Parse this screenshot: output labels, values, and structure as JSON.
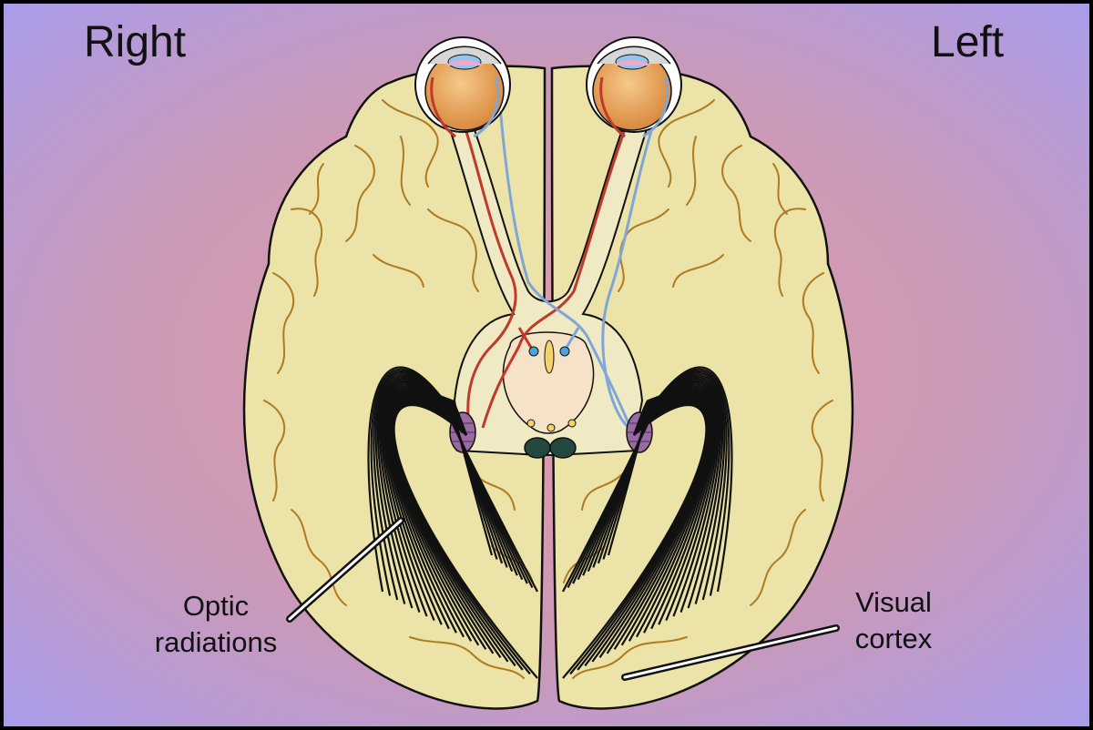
{
  "labels": {
    "right": "Right",
    "left": "Left",
    "optic_line1": "Optic",
    "optic_line2": "radiations",
    "visual_line1": "Visual",
    "visual_line2": "cortex"
  },
  "colors": {
    "background_center": "#e49aa6",
    "background_edge": "#a59cf2",
    "brain_fill": "#ebe3a8",
    "sulci": "#b07a1e",
    "outline": "#111111",
    "nerve_fill": "#efe9c4",
    "red_pathway": "#c0392b",
    "blue_pathway": "#7fa6d6",
    "lgn": "#9b6aa3",
    "eyeball": "#e8a860",
    "mammillary": "#24473f"
  }
}
